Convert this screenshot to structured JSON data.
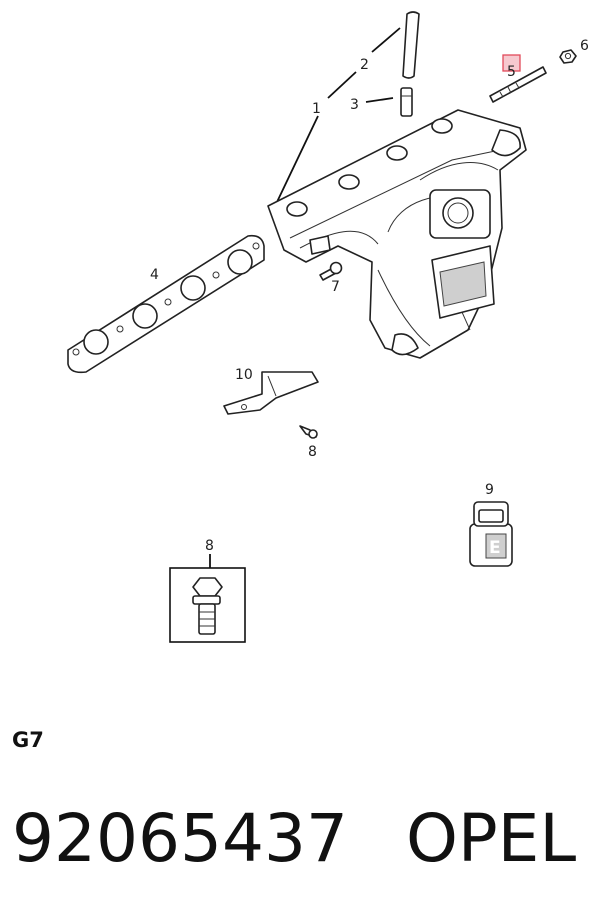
{
  "callouts": [
    "1",
    "2",
    "3",
    "4",
    "5",
    "6",
    "7",
    "8",
    "8",
    "9",
    "10"
  ],
  "group_code": "G7",
  "part_number": "92065437",
  "brand": "OPEL",
  "colors": {
    "highlight": "#e24a5a",
    "highlight_fill": "#f6c9cf",
    "ink": "#222222"
  }
}
